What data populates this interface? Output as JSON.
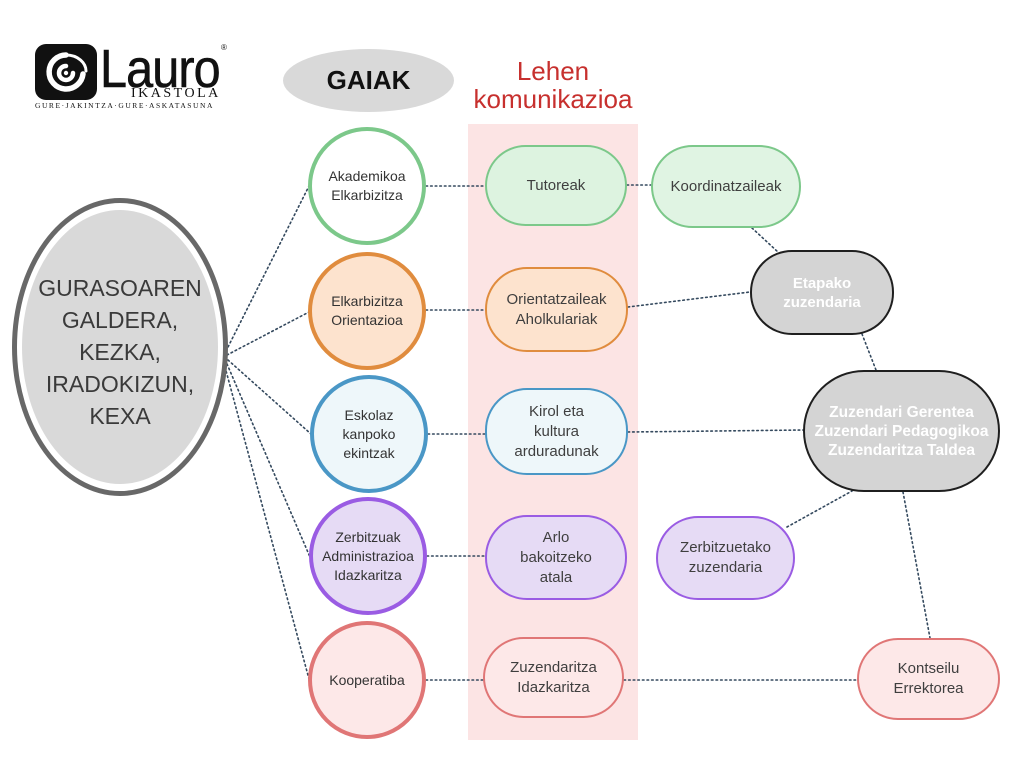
{
  "logo": {
    "icon": "lauro-swirl-icon",
    "name": "Lauro",
    "registered_mark": "®",
    "subtitle": "IKASTOLA",
    "tagline": "GURE·JAKINTZA·GURE·ASKATASUNA"
  },
  "header": {
    "topics_title": "GAIAK",
    "first_contact_title": [
      "Lehen",
      "komunikazioa"
    ],
    "first_contact_color": "#c7302e"
  },
  "source": {
    "lines": [
      "GURASOAREN",
      "GALDERA,",
      "KEZKA,",
      "IRADOKIZUN,",
      "KEXA"
    ],
    "ring_color": "#686868",
    "fill": "#d9d9d9"
  },
  "topics": [
    {
      "lines": [
        "Akademikoa",
        "Elkarbizitza"
      ],
      "border": "#7cc88a",
      "fill": "#ffffff"
    },
    {
      "lines": [
        "Elkarbizitza",
        "Orientazioa"
      ],
      "border": "#e08c3e",
      "fill": "#fde3ce"
    },
    {
      "lines": [
        "Eskolaz",
        "kanpoko",
        "ekintzak"
      ],
      "border": "#4a97c6",
      "fill": "#eef7fa"
    },
    {
      "lines": [
        "Zerbitzuak",
        "Administrazioa",
        "Idazkaritza"
      ],
      "border": "#9a5ce3",
      "fill": "#e6dbf5"
    },
    {
      "lines": [
        "Kooperatiba"
      ],
      "border": "#e07676",
      "fill": "#fde8e8"
    }
  ],
  "first_contact": [
    {
      "lines": [
        "Tutoreak"
      ],
      "border": "#7cc88a",
      "fill": "#ddf3e0"
    },
    {
      "lines": [
        "Orientatzaileak",
        "Aholkulariak"
      ],
      "border": "#e08c3e",
      "fill": "#fde3ce"
    },
    {
      "lines": [
        "Kirol eta",
        "kultura",
        "arduradunak"
      ],
      "border": "#4a97c6",
      "fill": "#eef7fa"
    },
    {
      "lines": [
        "Arlo",
        "bakoitzeko",
        "atala"
      ],
      "border": "#9a5ce3",
      "fill": "#e6dbf5"
    },
    {
      "lines": [
        "Zuzendaritza",
        "Idazkaritza"
      ],
      "border": "#e07676",
      "fill": "#fde8e8"
    }
  ],
  "escalation": {
    "coordinators": {
      "lines": [
        "Koordinatzaileak"
      ],
      "border": "#7cc88a",
      "fill": "#e0f4e3"
    },
    "stage_director": {
      "lines": [
        "Etapako",
        "zuzendaria"
      ],
      "border": "#1f1f1f",
      "fill": "#d4d4d4"
    },
    "management": {
      "lines": [
        "Zuzendari Gerentea",
        "Zuzendari Pedagogikoa",
        "Zuzendaritza Taldea"
      ],
      "border": "#1f1f1f",
      "fill": "#d4d4d4"
    },
    "services_director": {
      "lines": [
        "Zerbitzuetako",
        "zuzendaria"
      ],
      "border": "#9a5ce3",
      "fill": "#e6dbf5"
    },
    "governing_board": {
      "lines": [
        "Kontseilu",
        "Errektorea"
      ],
      "border": "#e07676",
      "fill": "#fde8e8"
    }
  },
  "colors": {
    "column_background": "#fce4e4",
    "connector": "#34495e",
    "topics_title_background": "#d9d9d9"
  }
}
